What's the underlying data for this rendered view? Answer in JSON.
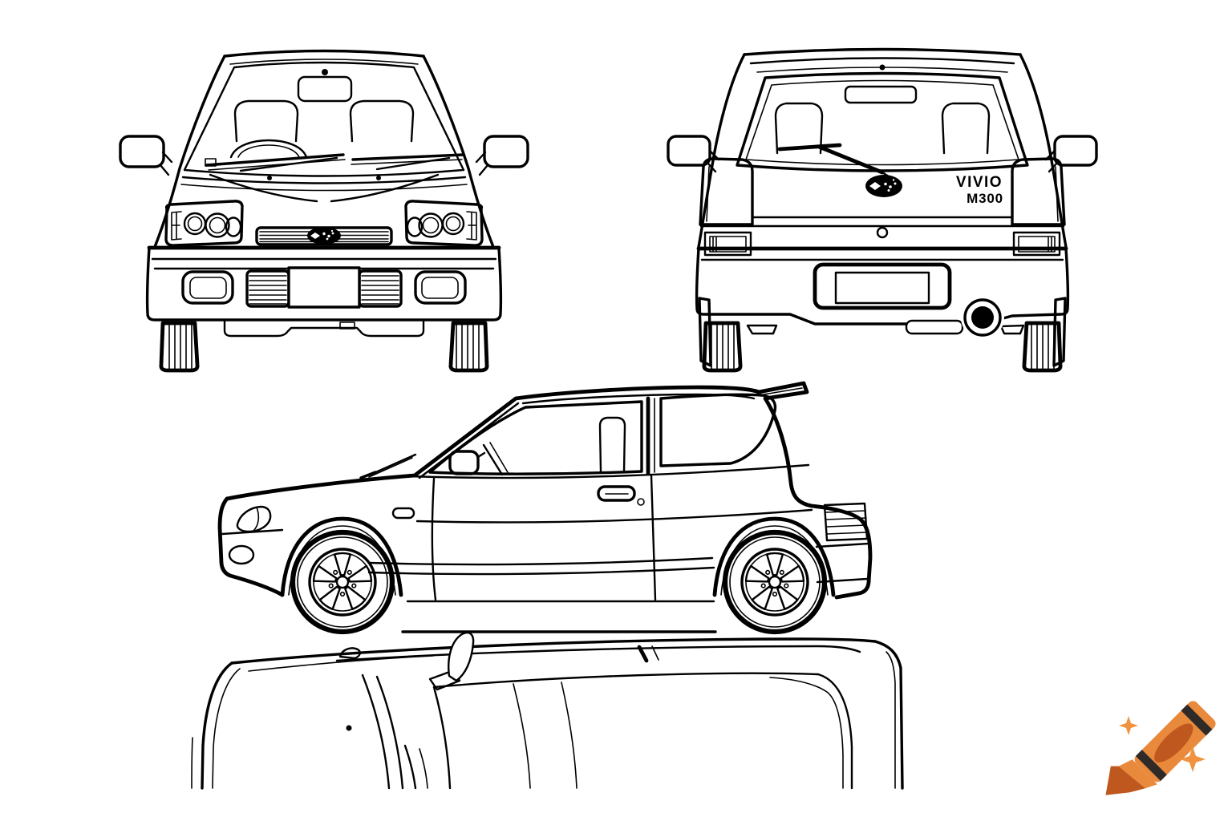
{
  "artwork": {
    "background_color": "#ffffff",
    "line_color": "#000000"
  },
  "badge": {
    "model": "VIVIO",
    "trim": "M300",
    "color": "#000000"
  },
  "logo": {
    "name": "subaru-star-oval",
    "fill": "#000000",
    "star_color": "#ffffff"
  },
  "watermark": {
    "icon": "crayon-icon",
    "body_color": "#e8893c",
    "tip_color": "#bf581e",
    "stripe_color": "#2e2a27",
    "sparkle_color": "#f0923f"
  }
}
